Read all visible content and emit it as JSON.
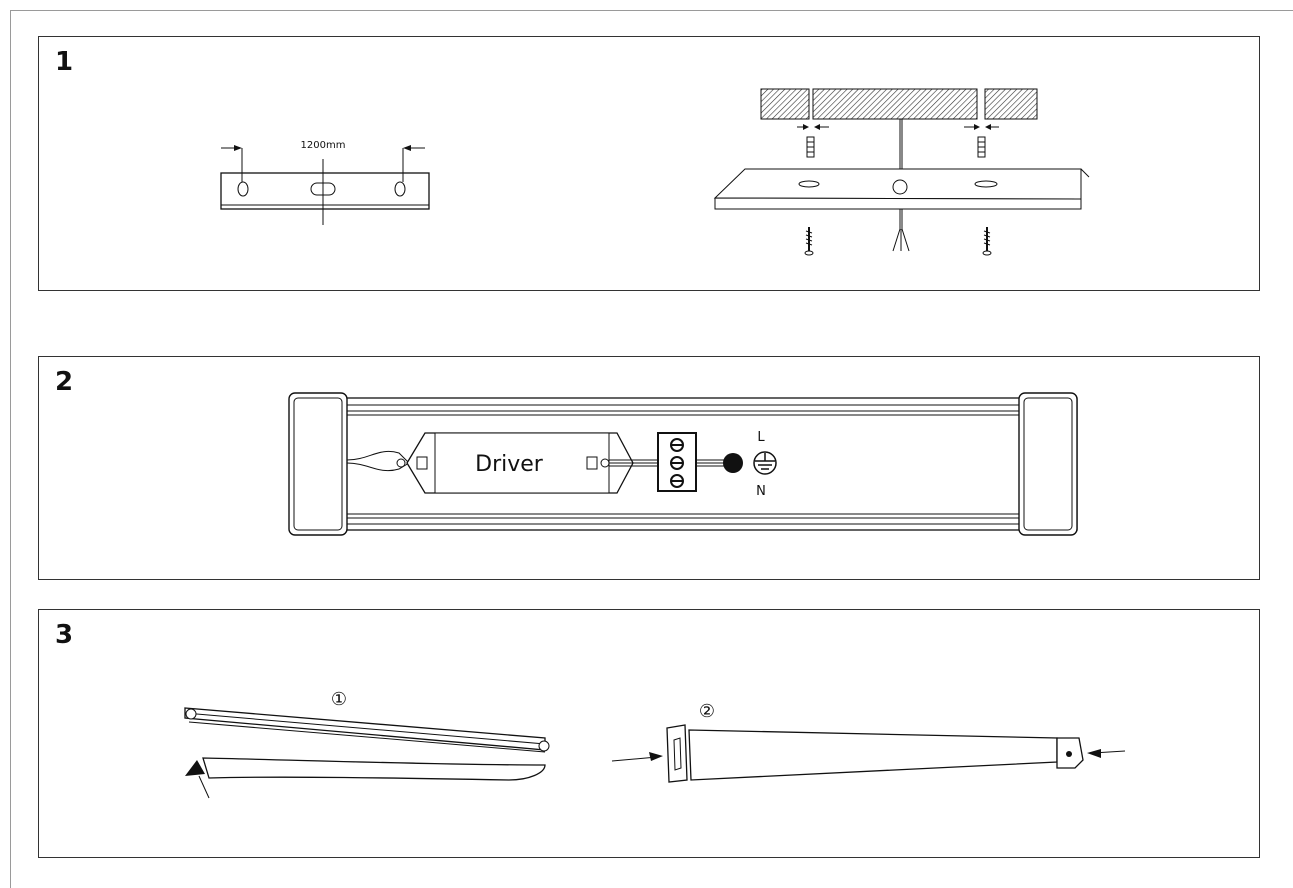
{
  "steps": [
    {
      "number": "1",
      "dimension_label": "1200mm"
    },
    {
      "number": "2",
      "driver_label": "Driver",
      "live_label": "L",
      "neutral_label": "N"
    },
    {
      "number": "3",
      "sub_steps": [
        "①",
        "②"
      ]
    }
  ],
  "icons": [
    "screw-icon",
    "wall-plug-icon",
    "earth-ground-icon",
    "terminal-block-icon",
    "arrow-icon"
  ]
}
